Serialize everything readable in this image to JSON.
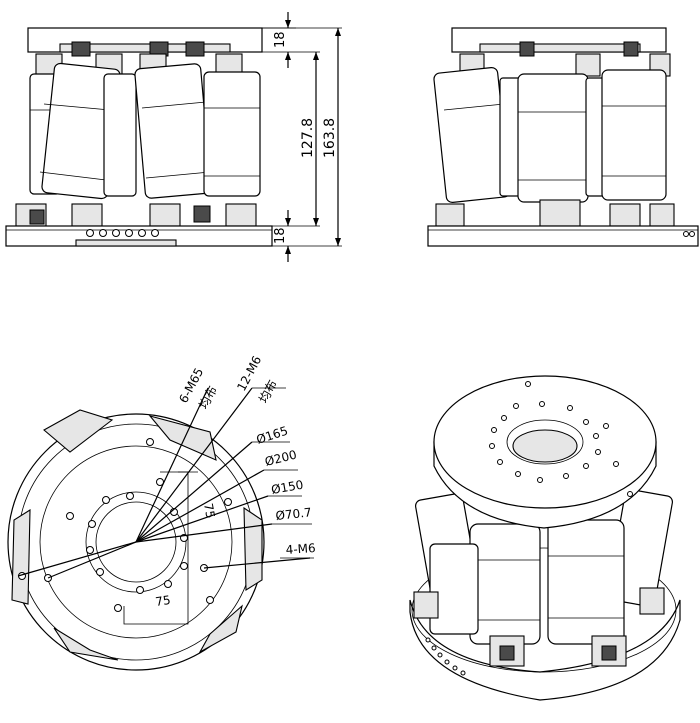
{
  "dimensions": {
    "top_plate_thickness": "18",
    "base_plate_thickness": "18",
    "actuator_height": "127.8",
    "total_height": "163.8"
  },
  "top_view_labels": {
    "thread_top": "6-M65",
    "thread_top_note": "均布",
    "thread_mid": "12-M6",
    "thread_mid_note": "均布",
    "diameter_165": "Ø165",
    "diameter_200": "Ø200",
    "diameter_150": "Ø150",
    "diameter_70": "Ø70.7",
    "thread_bottom": "4-M6",
    "spacing_vertical": "75",
    "spacing_horizontal": "75"
  },
  "colors": {
    "line": "#000000",
    "shade": "#e6e6e6",
    "dark": "#4a4a4a"
  }
}
